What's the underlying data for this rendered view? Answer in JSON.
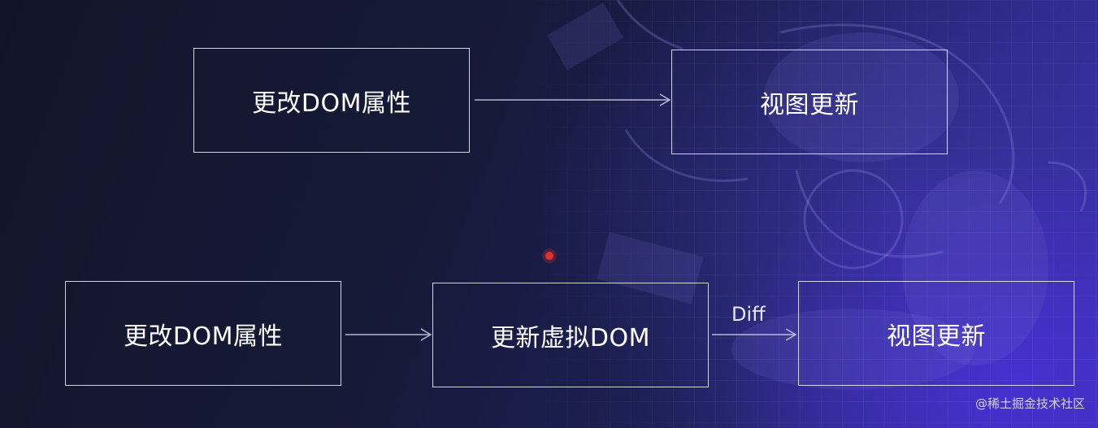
{
  "diagram": {
    "top_row": {
      "nodes": [
        {
          "label": "更改DOM属性"
        },
        {
          "label": "视图更新"
        }
      ]
    },
    "bottom_row": {
      "nodes": [
        {
          "label": "更改DOM属性"
        },
        {
          "label": "更新虚拟DOM"
        },
        {
          "label": "视图更新"
        }
      ],
      "edge_labels": [
        "Diff"
      ]
    }
  },
  "watermark": "@稀土掘金技术社区",
  "colors": {
    "background": "#141630",
    "accent_purple": "#4a34d2",
    "box_border": "#e4e4f0",
    "text": "#ffffff",
    "pointer_dot": "#e03030"
  }
}
